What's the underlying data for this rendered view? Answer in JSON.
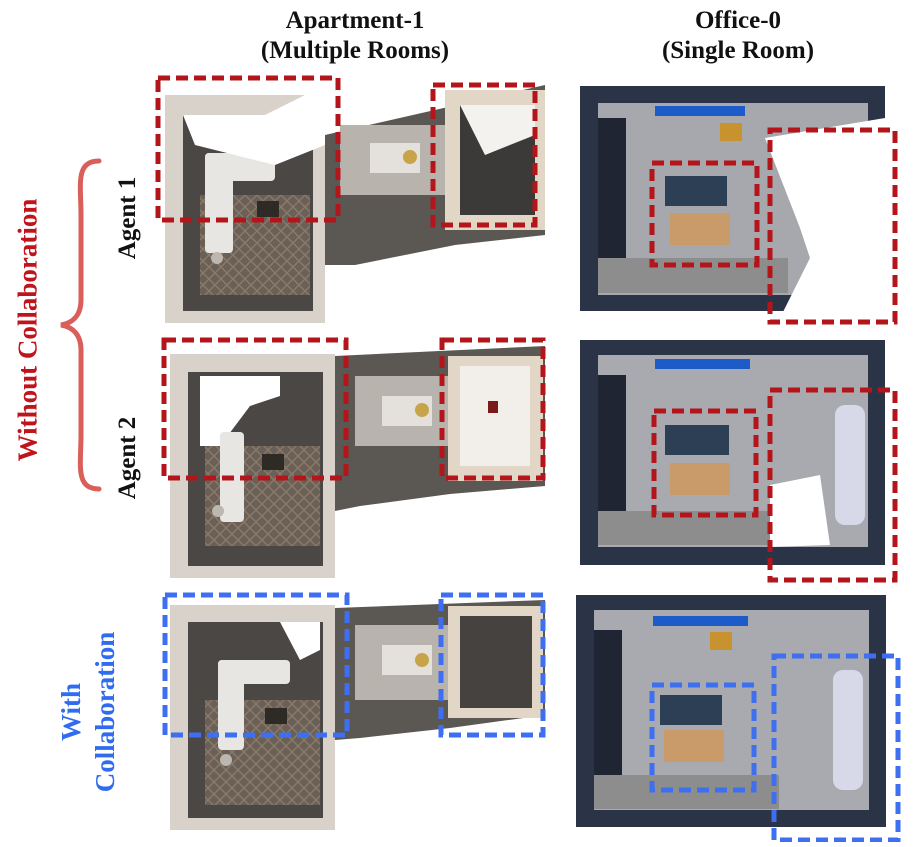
{
  "columns": {
    "apartment": {
      "line1": "Apartment-1",
      "line2": "(Multiple Rooms)"
    },
    "office": {
      "line1": "Office-0",
      "line2": "(Single Room)"
    }
  },
  "rows": {
    "without_label": "Without Collaboration",
    "agent1_label": "Agent 1",
    "agent2_label": "Agent 2",
    "with_line1": "With",
    "with_line2": "Collaboration"
  },
  "colors": {
    "without": "#c0141c",
    "with": "#2f6cf0",
    "highlight_red": "#b3151a",
    "highlight_blue": "#3d6ff0"
  }
}
